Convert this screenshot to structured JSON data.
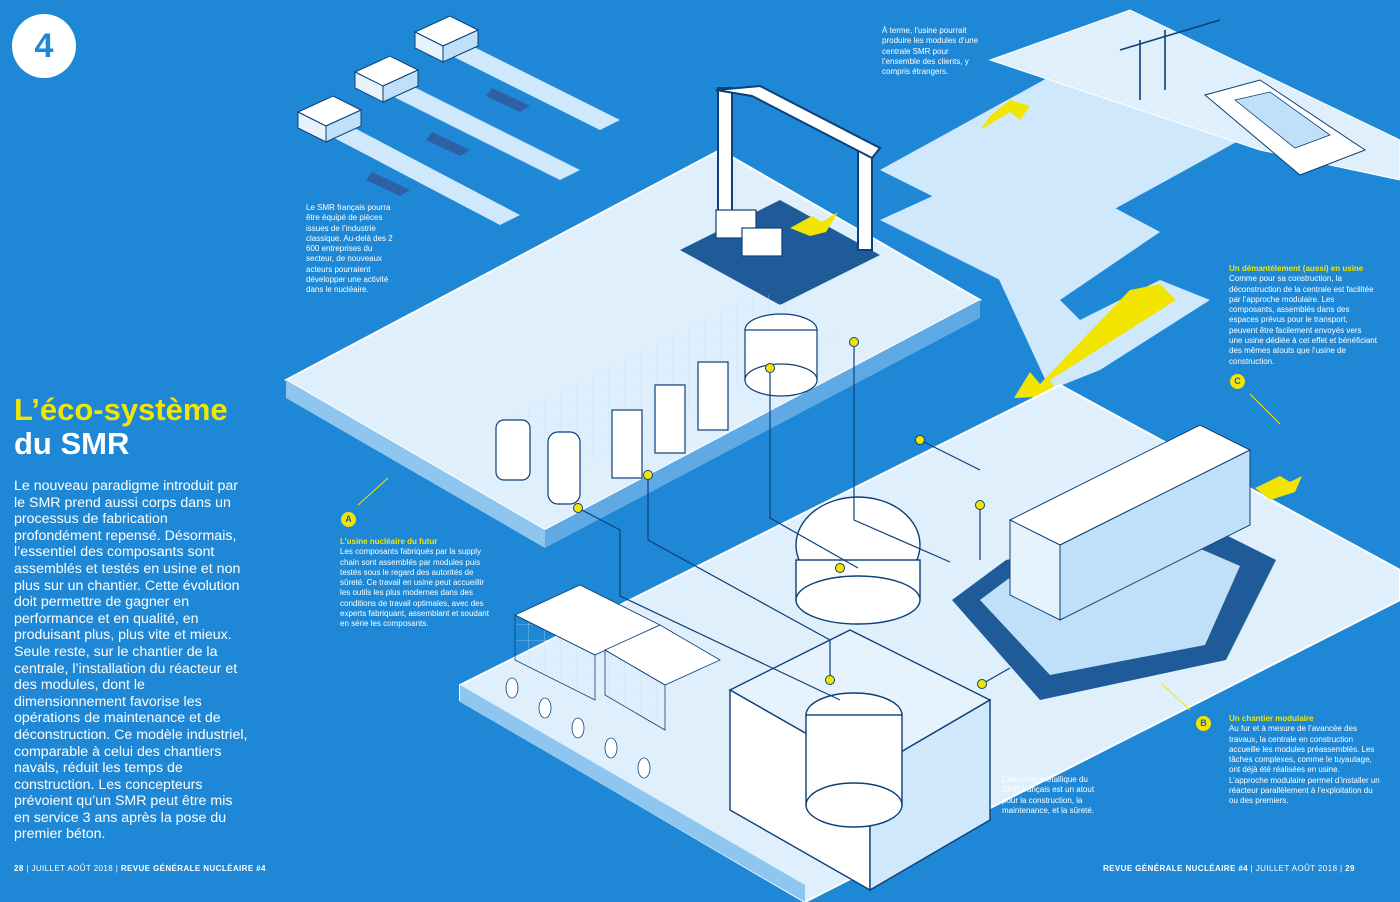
{
  "chapter_number": "4",
  "title": {
    "line1": "L’éco-système",
    "line2": "du SMR"
  },
  "intro_text": "Le nouveau paradigme introduit par le SMR prend aussi corps dans un processus de fabrication profondément repensé. Désormais, l’essentiel des composants sont assemblés et testés en usine et non plus sur un chantier. Cette évolution doit permettre de gagner en performance et en qualité, en produisant plus, plus vite et mieux. Seule reste, sur le chantier de la centrale, l’installation du réacteur et des modules, dont le dimensionnement favorise les opérations de maintenance et de déconstruction. Ce modèle industriel, comparable à celui des chantiers navals, réduit les temps de construction. Les concepteurs prévoient qu’un SMR peut être mis en service 3 ans après la pose du premier béton.",
  "captions": {
    "supply": "Le SMR français pourra être équipé de pièces issues de l’industrie classique. Au-delà des 2 600 entreprises du secteur, de nouveaux acteurs pourraient développer une activité dans le nucléaire.",
    "export": "À terme, l’usine pourrait produire les modules d’une centrale SMR pour l’ensemble des clients, y compris étrangers.",
    "enceinte": "L’enceinte métallique du SMR français est un atout pour la construction, la maintenance, et la sûreté.",
    "a": {
      "marker": "A",
      "title": "L’usine nucléaire du futur",
      "body": "Les composants fabriqués par la supply chain sont assemblés par modules puis testés sous le regard des autorités de sûreté. Ce travail en usine peut accueillir les outils les plus modernes dans des conditions de travail optimales, avec des experts fabriquant, assemblant et soudant en série les composants."
    },
    "b": {
      "marker": "B",
      "title": "Un chantier modulaire",
      "body": "Au fur et à mesure de l’avancée des travaux, la centrale en construction accueille les modules préassemblés. Les tâches complexes, comme le tuyautage, ont déjà été réalisées en usine. L’approche modulaire permet d’installer un réacteur parallèlement à l’exploitation du ou des premiers."
    },
    "c": {
      "marker": "C",
      "title": "Un démantèlement (aussi) en usine",
      "body": "Comme pour sa construction, la déconstruction de la centrale est facilitée par l’approche modulaire. Les composants, assemblés dans des espaces prévus pour le transport, peuvent être facilement envoyés vers une usine dédiée à cet effet et bénéficiant des mêmes atouts que l’usine de construction."
    }
  },
  "footer": {
    "left_page": "28",
    "left_date": "JUILLET AOÛT 2018",
    "left_mag": "REVUE GÉNÉRALE NUCLÉAIRE #4",
    "right_mag": "REVUE GÉNÉRALE NUCLÉAIRE #4",
    "right_date": "JUILLET AOÛT 2018",
    "right_page": "29"
  },
  "colors": {
    "background": "#1e88d6",
    "accent_yellow": "#f2e600",
    "platform_light": "#dff0fc",
    "platform_mid": "#9fd0f3",
    "line_dark": "#0d3f78"
  }
}
